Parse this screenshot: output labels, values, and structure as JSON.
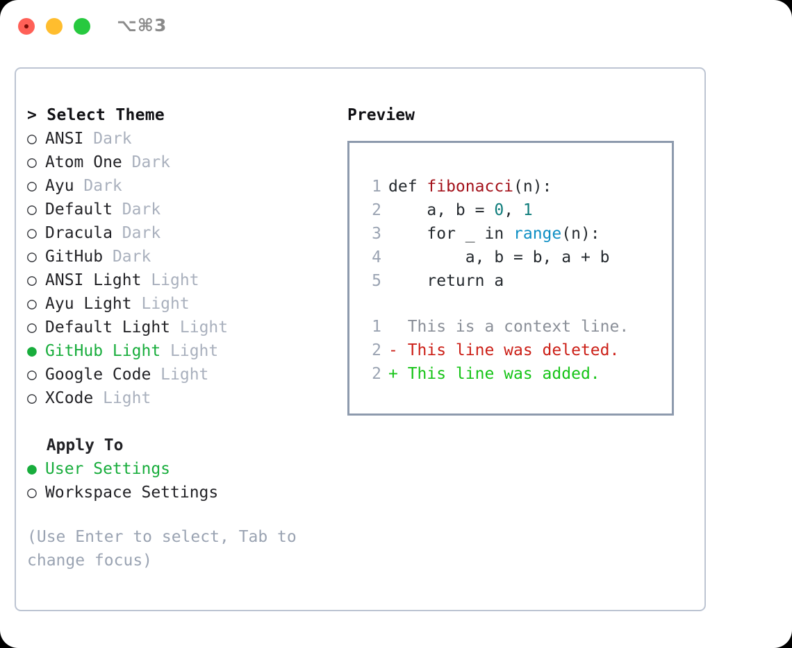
{
  "titlebar": {
    "shortcut": "⌥⌘3",
    "buttons": [
      "close",
      "minimize",
      "maximize"
    ]
  },
  "theme_list": {
    "header": "> Select Theme",
    "bullet_selected": "●",
    "bullet_unselected": "○",
    "items": [
      {
        "name": "ANSI",
        "tag": "Dark",
        "selected": false
      },
      {
        "name": "Atom One",
        "tag": "Dark",
        "selected": false
      },
      {
        "name": "Ayu",
        "tag": "Dark",
        "selected": false
      },
      {
        "name": "Default",
        "tag": "Dark",
        "selected": false
      },
      {
        "name": "Dracula",
        "tag": "Dark",
        "selected": false
      },
      {
        "name": "GitHub",
        "tag": "Dark",
        "selected": false
      },
      {
        "name": "ANSI Light",
        "tag": "Light",
        "selected": false
      },
      {
        "name": "Ayu Light",
        "tag": "Light",
        "selected": false
      },
      {
        "name": "Default Light",
        "tag": "Light",
        "selected": false
      },
      {
        "name": "GitHub Light",
        "tag": "Light",
        "selected": true
      },
      {
        "name": "Google Code",
        "tag": "Light",
        "selected": false
      },
      {
        "name": "XCode",
        "tag": "Light",
        "selected": false
      }
    ]
  },
  "apply_to": {
    "header": "  Apply To",
    "options": [
      {
        "name": "User Settings",
        "selected": true
      },
      {
        "name": "Workspace Settings",
        "selected": false
      }
    ]
  },
  "hint": "(Use Enter to select, Tab to change focus)",
  "preview": {
    "title": "Preview",
    "code_lines": [
      {
        "num": "1",
        "segments": [
          {
            "t": "def ",
            "c": "plain"
          },
          {
            "t": "fibonacci",
            "c": "fn"
          },
          {
            "t": "(n):",
            "c": "plain"
          }
        ]
      },
      {
        "num": "2",
        "segments": [
          {
            "t": "    a, b = ",
            "c": "plain"
          },
          {
            "t": "0",
            "c": "num"
          },
          {
            "t": ", ",
            "c": "plain"
          },
          {
            "t": "1",
            "c": "num"
          }
        ]
      },
      {
        "num": "3",
        "segments": [
          {
            "t": "    for _ in ",
            "c": "plain"
          },
          {
            "t": "range",
            "c": "call"
          },
          {
            "t": "(n):",
            "c": "plain"
          }
        ]
      },
      {
        "num": "4",
        "segments": [
          {
            "t": "        a, b = b, a + b",
            "c": "plain"
          }
        ]
      },
      {
        "num": "5",
        "segments": [
          {
            "t": "    return a",
            "c": "plain"
          }
        ]
      }
    ],
    "diff_lines": [
      {
        "num": "1",
        "marker": " ",
        "text": " This is a context line.",
        "kind": "ctx"
      },
      {
        "num": "2",
        "marker": "-",
        "text": " This line was deleted.",
        "kind": "del"
      },
      {
        "num": "2",
        "marker": "+",
        "text": " This line was added.",
        "kind": "add"
      }
    ]
  },
  "colors": {
    "accent_green": "#18AD3C",
    "muted": "#a9b0bd",
    "hint": "#9aa3b2",
    "border_panel": "#bcc4d2",
    "border_preview": "#8d9aad",
    "fn_red": "#A3111A",
    "num_teal": "#0E7C7B",
    "call_blue": "#0E8FC4",
    "diff_del": "#CC2018",
    "diff_add": "#16C417",
    "diff_ctx": "#8a8f98"
  }
}
